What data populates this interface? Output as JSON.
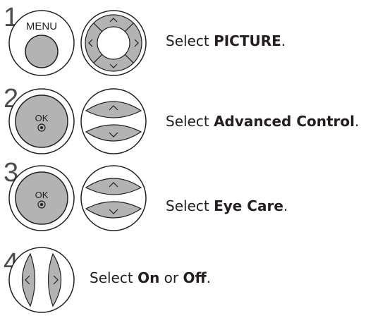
{
  "steps": [
    {
      "number": "1",
      "buttons": [
        "menu-button",
        "navigation-wheel-icon"
      ],
      "menu_label": "MENU",
      "text_prefix": "Select ",
      "item": "PICTURE",
      "text_suffix": "."
    },
    {
      "number": "2",
      "buttons": [
        "ok-button",
        "up-down-arrows-icon"
      ],
      "ok_label": "OK",
      "text_prefix": "Select ",
      "item": "Advanced Control",
      "text_suffix": "."
    },
    {
      "number": "3",
      "buttons": [
        "ok-button",
        "up-down-arrows-icon"
      ],
      "ok_label": "OK",
      "text_prefix": "Select ",
      "item": "Eye Care",
      "text_suffix": "."
    },
    {
      "number": "4",
      "buttons": [
        "left-right-arrows-icon"
      ],
      "text_prefix": "Select ",
      "option_a": "On",
      "joiner": " or ",
      "option_b": "Off",
      "text_suffix": "."
    }
  ],
  "colors": {
    "button_gray": "#b3b3b3",
    "button_stroke": "#231f20",
    "step_number": "#4d4d4d",
    "text": "#231f20"
  }
}
